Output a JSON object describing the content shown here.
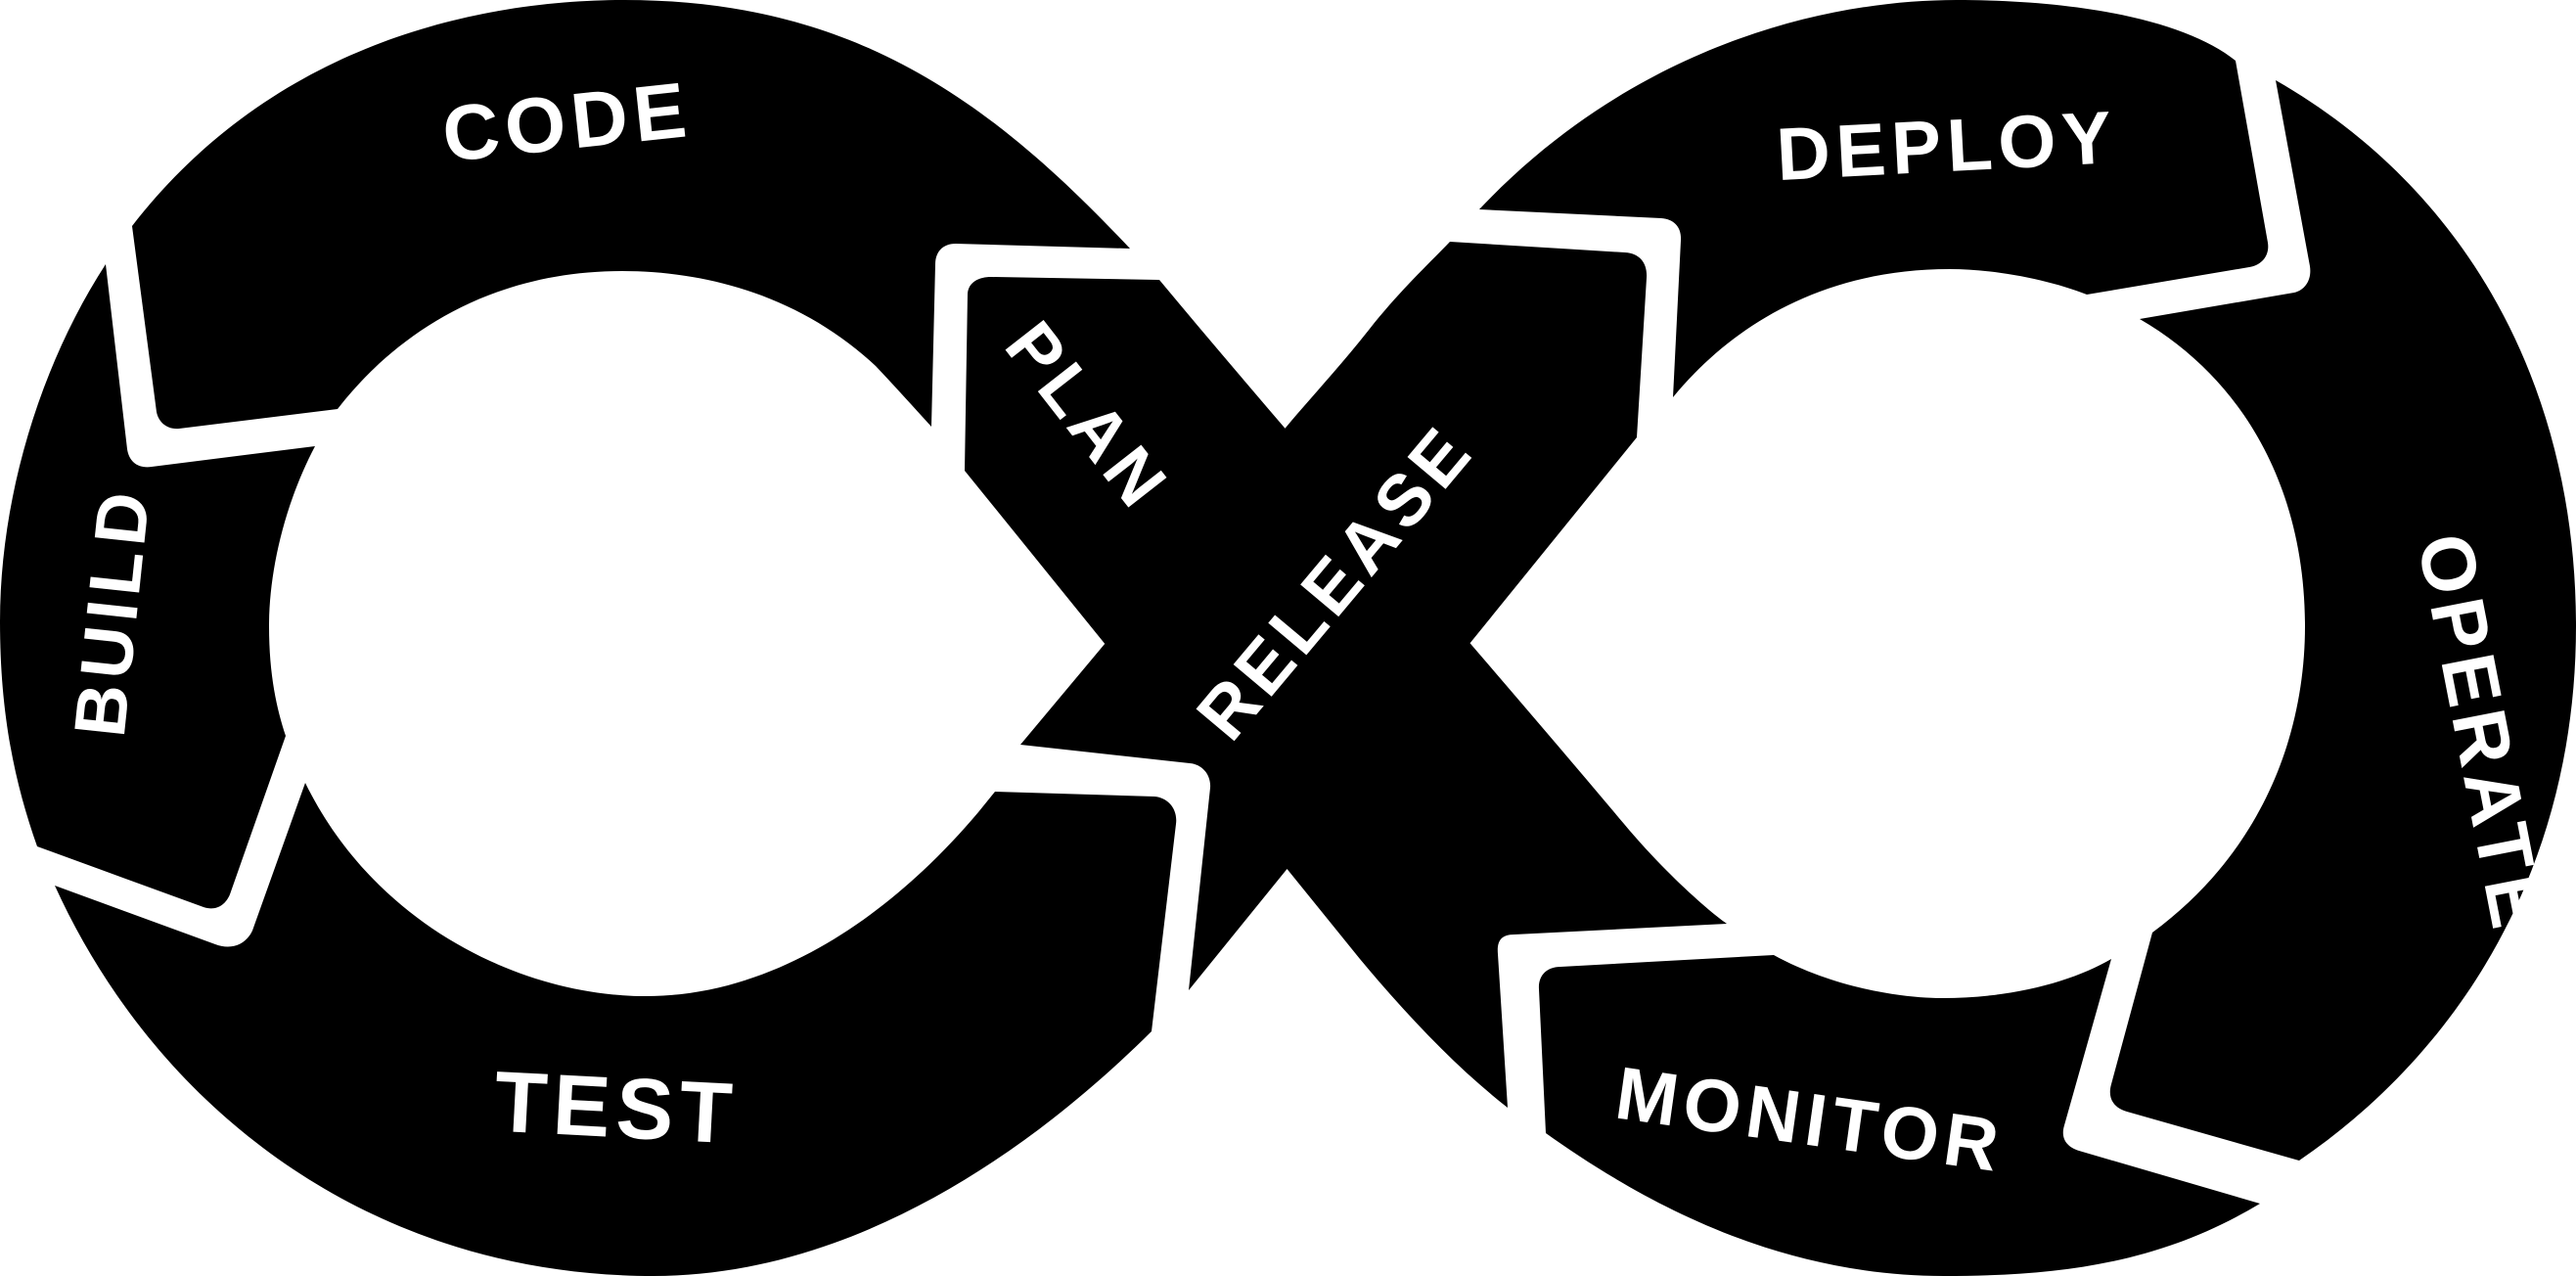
{
  "diagram": {
    "type": "devops-infinity-loop",
    "stages": [
      {
        "key": "code",
        "label": "CODE",
        "color": "#64ee7e"
      },
      {
        "key": "plan",
        "label": "PLAN",
        "color": "#64ee7e"
      },
      {
        "key": "build",
        "label": "BUILD",
        "color": "#64ee7e"
      },
      {
        "key": "test",
        "label": "TEST",
        "color": "#25cf00"
      },
      {
        "key": "release",
        "label": "RELEASE",
        "color": "#2a3134"
      },
      {
        "key": "deploy",
        "label": "DEPLOY",
        "color": "#2a3134"
      },
      {
        "key": "operate",
        "label": "OPERATE",
        "color": "#2a3134"
      },
      {
        "key": "monitor",
        "label": "MONITOR",
        "color": "#2a3134"
      }
    ]
  }
}
